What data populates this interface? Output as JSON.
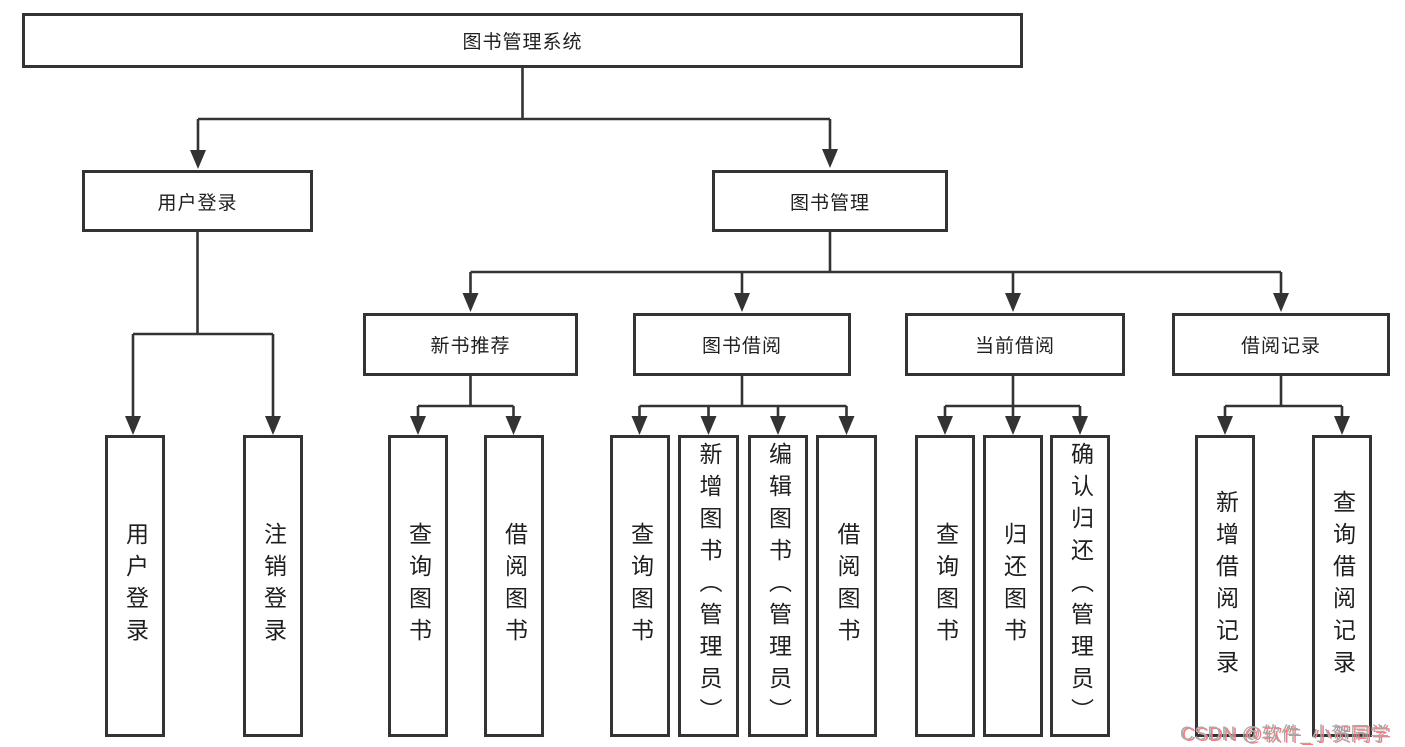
{
  "tree": {
    "root": {
      "label": "图书管理系统",
      "children": [
        {
          "label": "用户登录",
          "children": [
            {
              "label": "用户登录"
            },
            {
              "label": "注销登录"
            }
          ]
        },
        {
          "label": "图书管理",
          "children": [
            {
              "label": "新书推荐",
              "children": [
                {
                  "label": "查询图书"
                },
                {
                  "label": "借阅图书"
                }
              ]
            },
            {
              "label": "图书借阅",
              "children": [
                {
                  "label": "查询图书"
                },
                {
                  "label": "新增图书（管理员）"
                },
                {
                  "label": "编辑图书（管理员）"
                },
                {
                  "label": "借阅图书"
                }
              ]
            },
            {
              "label": "当前借阅",
              "children": [
                {
                  "label": "查询图书"
                },
                {
                  "label": "归还图书"
                },
                {
                  "label": "确认归还（管理员）"
                }
              ]
            },
            {
              "label": "借阅记录",
              "children": [
                {
                  "label": "新增借阅记录"
                },
                {
                  "label": "查询借阅记录"
                }
              ]
            }
          ]
        }
      ]
    }
  },
  "watermark": {
    "label": "CSDN @软件_小贺同学"
  },
  "colors": {
    "line": "#333333",
    "text": "#1f1f1f",
    "bg": "#ffffff",
    "watermark": "#a6a9ae",
    "watermark-shadow": "#f47c7c"
  }
}
